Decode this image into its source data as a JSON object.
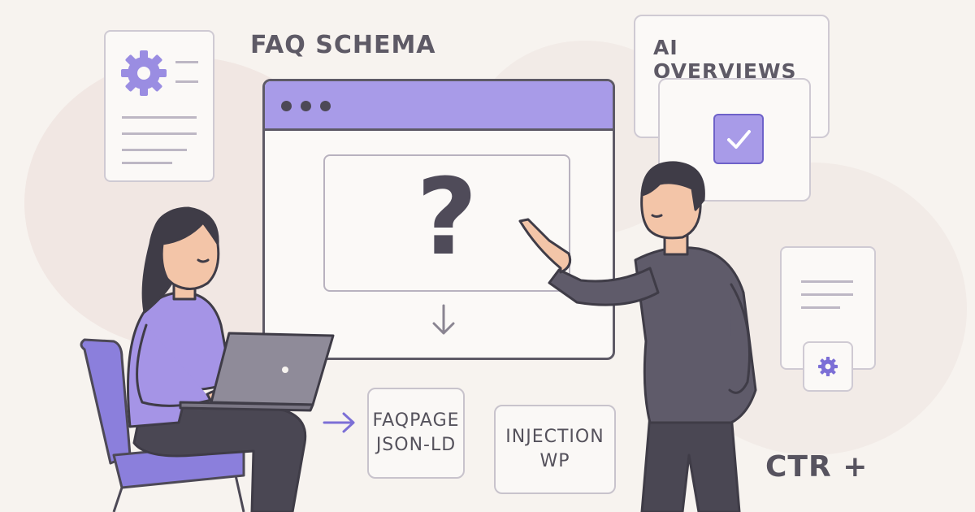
{
  "labels": {
    "faq_schema": "FAQ SCHEMA",
    "ai_overviews": "AI OVERVIEWS",
    "ctr": "CTR +",
    "question_mark": "?"
  },
  "tags": {
    "faqpage_line1": "FAQPAGE",
    "faqpage_line2": "JSON-LD",
    "injection_line1": "INJECTION",
    "injection_line2": "WP"
  },
  "icons": {
    "settings": "gear-icon",
    "check": "check-icon",
    "arrow_down": "arrow-down-icon",
    "arrow_right": "arrow-right-icon"
  },
  "colors": {
    "accent": "#a89be8",
    "accent_dark": "#7c6fd6",
    "text": "#5e5a66",
    "person_shirt": "#5f5b6a",
    "woman_top": "#a594e6"
  }
}
